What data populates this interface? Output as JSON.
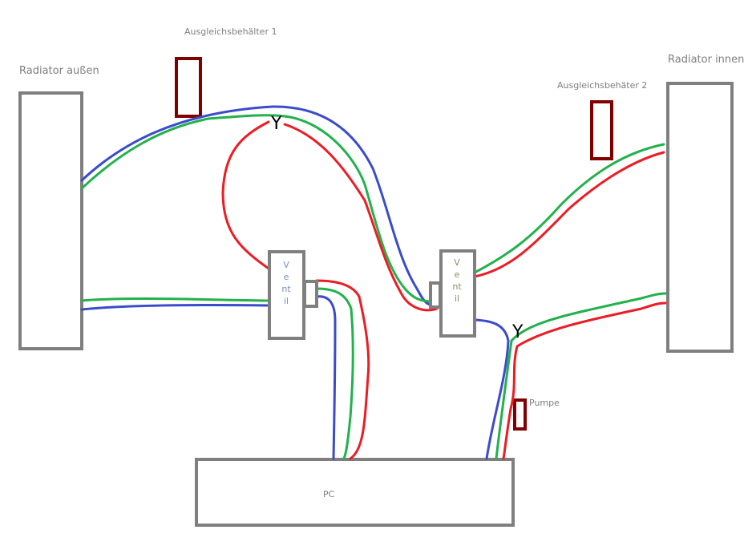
{
  "labels": {
    "radiator_outside": "Radiator außen",
    "radiator_inside": "Radiator innen",
    "expansion_tank_1": "Ausgleichsbehälter 1",
    "expansion_tank_2": "Ausgleichsbehäter 2",
    "valve_1": "Ventil",
    "valve_2": "Ventil",
    "pc": "PC",
    "pump": "Pumpe",
    "y_junction_1": "Y",
    "y_junction_2": "Y"
  },
  "colors": {
    "box_border": "#7f7f7f",
    "tank": "#800000",
    "pipe_blue": "#3a4ccc",
    "pipe_green": "#22b14c",
    "pipe_red": "#ed1c24"
  }
}
